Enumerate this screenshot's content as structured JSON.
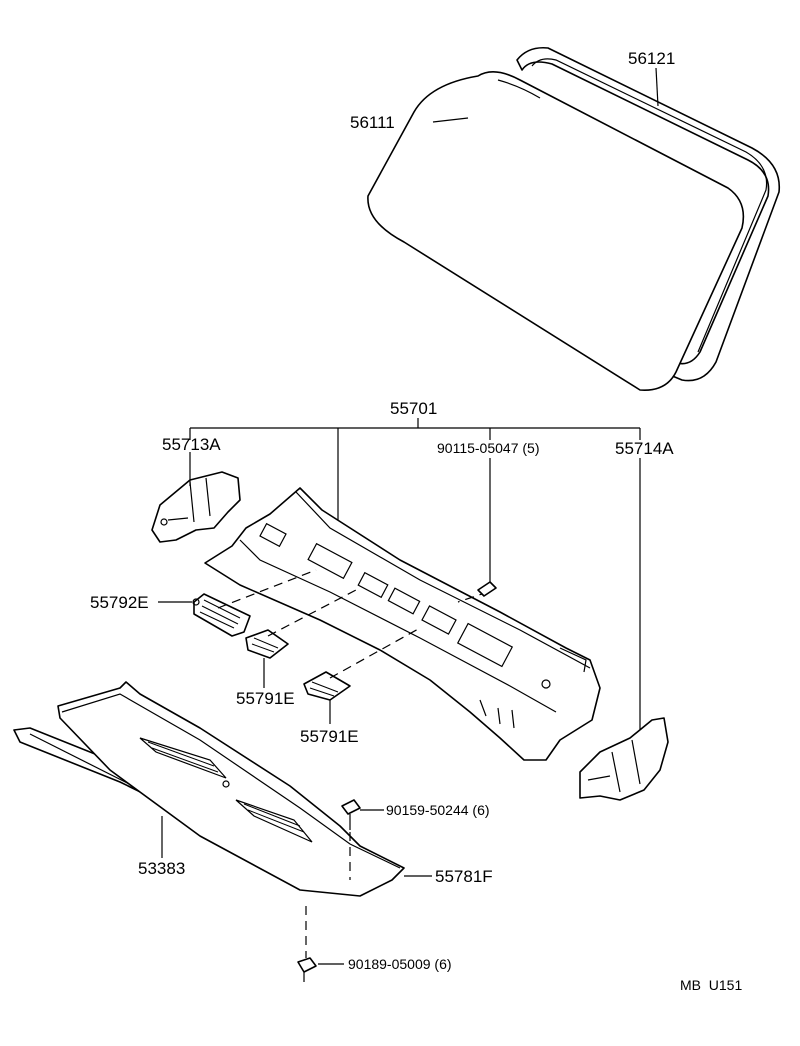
{
  "diagram": {
    "labels": {
      "windshield_glass": "56111",
      "windshield_moulding": "56121",
      "cowl_panel_assy": "55701",
      "cowl_side_lh": "55713A",
      "cowl_side_rh": "55714A",
      "bolt_cowl": "90115-05047 (5)",
      "cowl_grille": "55792E",
      "louver_1": "55791E",
      "louver_2": "55791E",
      "cowl_top_seal": "53383",
      "cowl_ventilator": "55781F",
      "screw_ventilator": "90159-50244 (6)",
      "clip_ventilator": "90189-05009 (6)"
    },
    "code": "MB  U151"
  }
}
